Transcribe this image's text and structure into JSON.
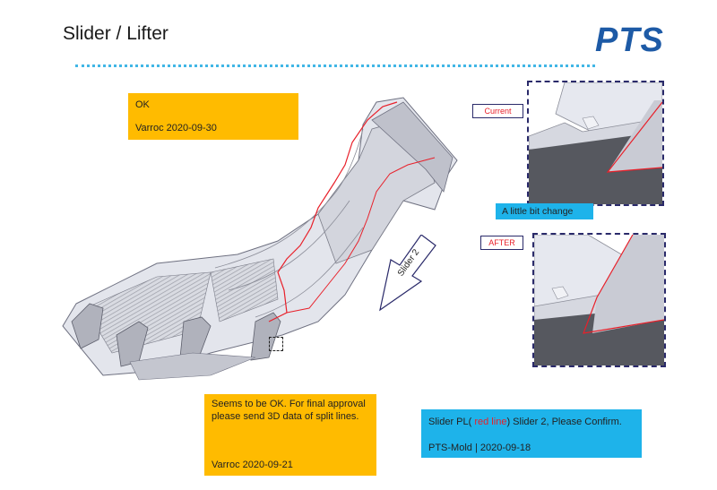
{
  "header": {
    "title": "Slider / Lifter",
    "logo": "PTS"
  },
  "notes": {
    "ok": {
      "line1": "OK",
      "line2": "Varroc 2020-09-30"
    },
    "seems": {
      "text": "Seems to be OK. For final approval please send 3D data of split lines.",
      "signature": "Varroc 2020-09-21"
    },
    "pts": {
      "prefix": "Slider PL(",
      "highlight": " red line",
      "suffix": ") Slider 2, Please Confirm.",
      "signature": "PTS-Mold | 2020-09-18"
    }
  },
  "views": {
    "current_label": "Current",
    "after_label": "AFTER",
    "change_note": "A little bit change"
  },
  "part": {
    "slider_label": "Slider 2"
  },
  "colors": {
    "note_yellow": "#ffbb00",
    "note_blue": "#1eb3ea",
    "accent_red": "#e8202a",
    "logo_blue": "#1d5aa6"
  }
}
